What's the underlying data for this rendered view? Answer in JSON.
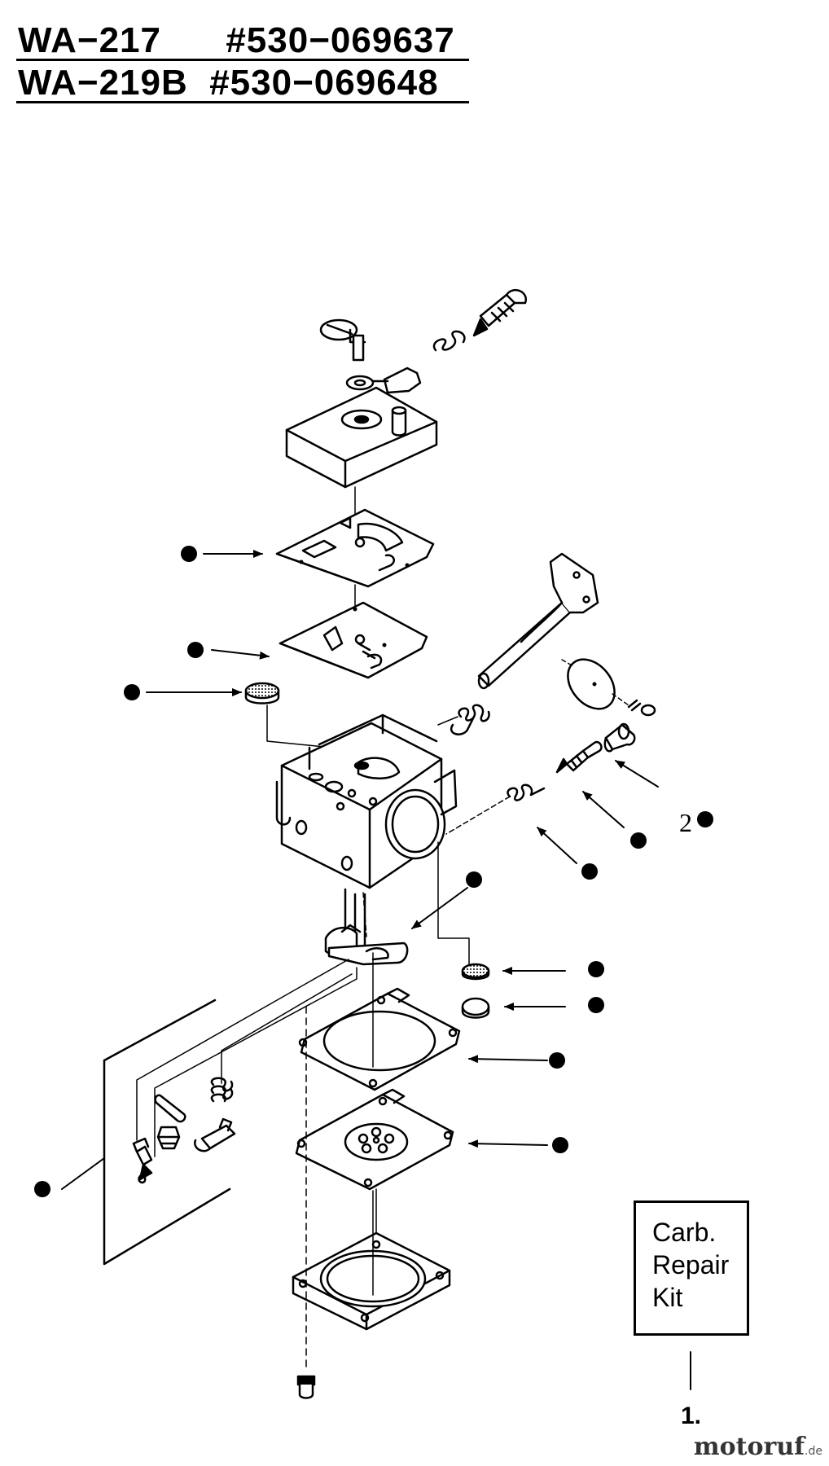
{
  "header": {
    "line1": "WA−217      #530−069637",
    "line2": "WA−219B  #530−069648"
  },
  "kit": {
    "line1": "Carb.",
    "line2": "Repair",
    "line3": "Kit",
    "number": "1."
  },
  "callouts": {
    "label_2": "2"
  },
  "watermark": {
    "text": "motoruf",
    "suffix": ".de"
  },
  "icons": [
    "bullet-dot",
    "arrow-pointer"
  ],
  "colors": {
    "ink": "#000000",
    "paper": "#ffffff"
  }
}
